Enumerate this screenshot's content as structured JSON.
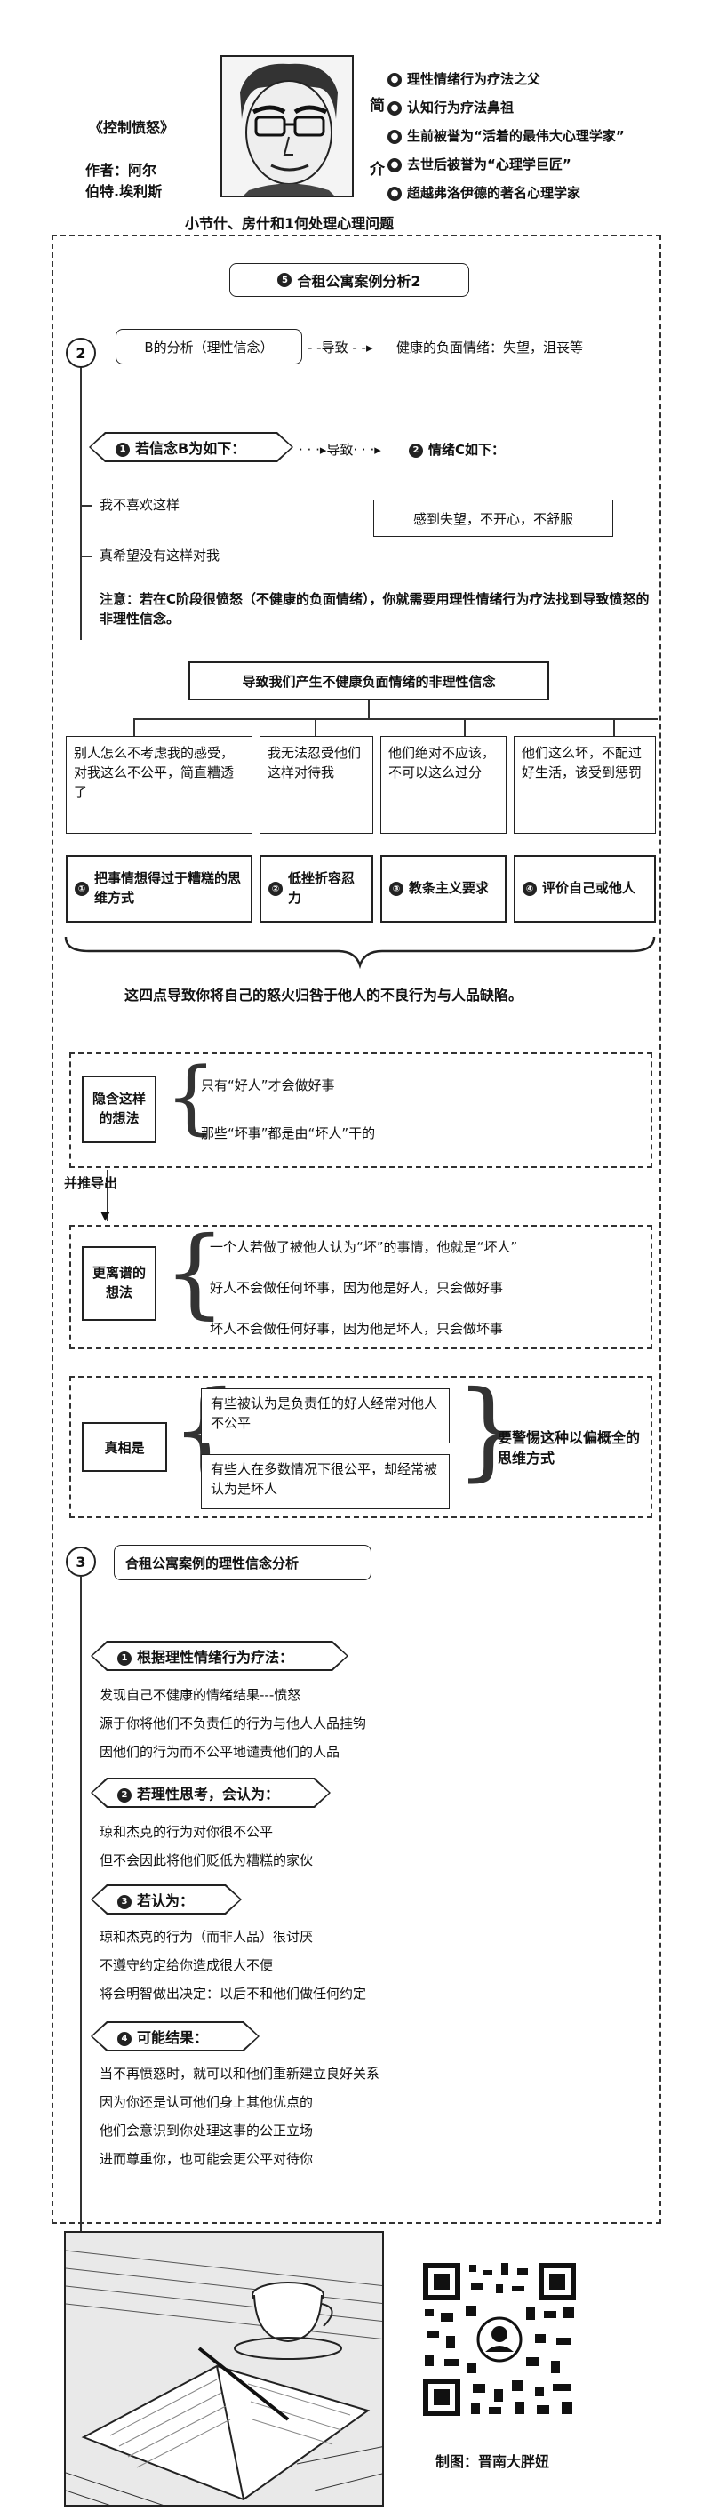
{
  "header": {
    "book_title": "《控制愤怒》",
    "author_label": "作者：阿尔",
    "author_name": "伯特.埃利斯",
    "intro_label_1": "简",
    "intro_label_2": "介",
    "intro_items": [
      "理性情绪行为疗法之父",
      "认知行为疗法鼻祖",
      "生前被誉为“活着的最伟大心理学家”",
      "去世后被誉为“心理学巨匠”",
      "超越弗洛伊德的著名心理学家"
    ],
    "subtitle": "小节什、房什和1何处理心理问题"
  },
  "section2": {
    "case_title": "合租公寓案例分析2",
    "step_number": "2",
    "b_analysis": "B的分析（理性信念）",
    "leads_to": "导致",
    "result_text": "健康的负面情绪：失望，沮丧等",
    "if_belief": "若信念B为如下：",
    "emotion_c": "情绪C如下：",
    "emotion_c_text": "感到失望，不开心，不舒服",
    "b_items": [
      "我不喜欢这样",
      "真希望没有这样对我"
    ],
    "note": "注意：若在C阶段很愤怒（不健康的负面情绪），你就需要用理性情绪行为疗法找到导致愤怒的非理性信念。",
    "irrational_title": "导致我们产生不健康负面情绪的非理性信念",
    "irrational_beliefs": [
      "别人怎么不考虑我的感受，对我这么不公平，简直糟透了",
      "我无法忍受他们这样对待我",
      "他们绝对不应该，不可以这么过分",
      "他们这么坏，不配过好生活，该受到惩罚"
    ],
    "categories": [
      {
        "num": "①",
        "label": "把事情想得过于糟糕的思维方式"
      },
      {
        "num": "②",
        "label": "低挫折容忍力"
      },
      {
        "num": "③",
        "label": "教条主义要求"
      },
      {
        "num": "④",
        "label": "评价自己或他人"
      }
    ],
    "bottom_summary": "这四点导致你将自己的怒火归咎于他人的不良行为与人品缺陷。",
    "hidden_title": "隐含这样的想法",
    "hidden_items": [
      "只有“好人”才会做好事",
      "那些“坏事”都是由“坏人”干的"
    ],
    "inference_label": "并推导出",
    "absurd_title": "更离谱的想法",
    "absurd_items": [
      "一个人若做了被他人认为“坏”的事情，他就是“坏人”",
      "好人不会做任何坏事，因为他是好人，只会做好事",
      "坏人不会做任何好事，因为他是坏人，只会做坏事"
    ],
    "truth_title": "真相是",
    "truth_items": [
      "有些被认为是负责任的好人经常对他人不公平",
      "有些人在多数情况下很公平，却经常被认为是坏人"
    ],
    "truth_note": "要警惕这种以偏概全的思维方式"
  },
  "section3": {
    "step_number": "3",
    "title": "合租公寓案例的理性信念分析",
    "groups": [
      {
        "num": "1",
        "heading": "根据理性情绪行为疗法：",
        "items": [
          "发现自己不健康的情绪结果---愤怒",
          "源于你将他们不负责任的行为与他人人品挂钩",
          "因他们的行为而不公平地谴责他们的人品"
        ]
      },
      {
        "num": "2",
        "heading": "若理性思考，会认为：",
        "items": [
          "琼和杰克的行为对你很不公平",
          "但不会因此将他们贬低为糟糕的家伙"
        ]
      },
      {
        "num": "3",
        "heading": "若认为：",
        "items": [
          "琼和杰克的行为（而非人品）很讨厌",
          "不遵守约定给你造成很大不便",
          "将会明智做出决定：以后不和他们做任何约定"
        ]
      },
      {
        "num": "4",
        "heading": "可能结果：",
        "items": [
          "当不再愤怒时，就可以和他们重新建立良好关系",
          "因为你还是认可他们身上其他优点的",
          "他们会意识到你处理这事的公正立场",
          "进而尊重你，也可能会更公平对待你"
        ]
      }
    ]
  },
  "footer": {
    "credit": "制图：晋南大胖妞"
  },
  "icons": {
    "portrait": "author-portrait",
    "book": "book-illustration",
    "qr": "qr-code"
  }
}
